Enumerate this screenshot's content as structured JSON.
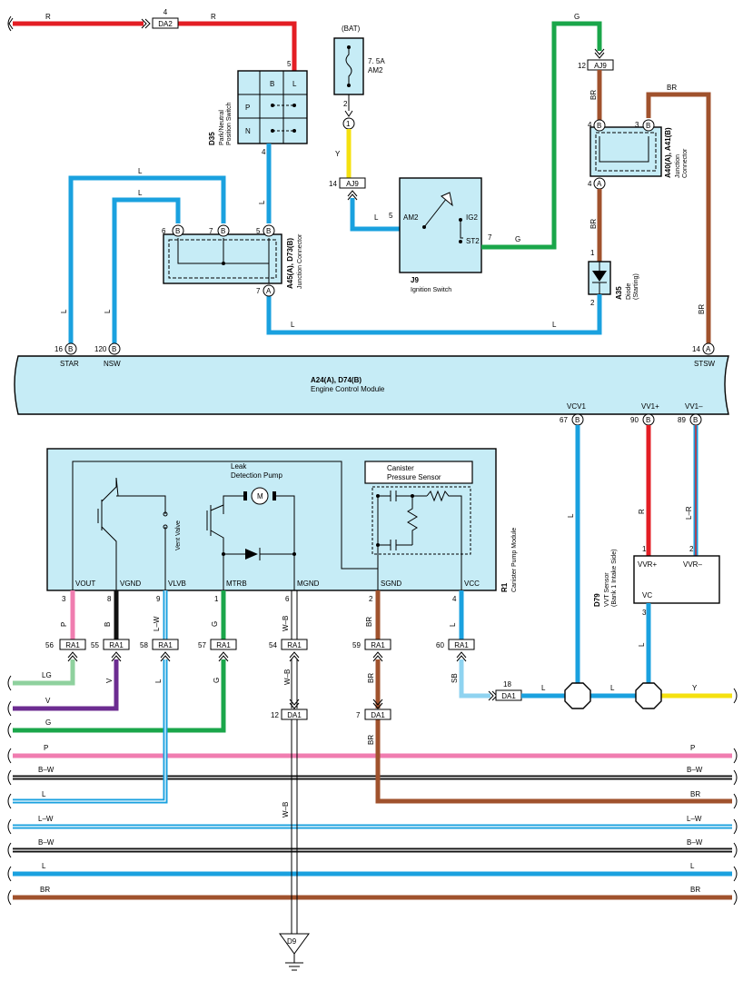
{
  "colors": {
    "R": "#e31e24",
    "L": "#1aa1df",
    "G": "#1aa64a",
    "BR": "#a0522d",
    "Y": "#f5e10f",
    "P": "#f07db0",
    "BW": "#111111",
    "LG": "#8fd19e",
    "V": "#6c2c91",
    "SB": "#8fd3f0",
    "fill": "#c6ecf6"
  },
  "wires": {
    "R": "R",
    "G": "G",
    "BR": "BR",
    "L": "L",
    "Y": "Y",
    "P": "P",
    "BW": "B–W",
    "LW": "L–W",
    "LR": "L–R",
    "LG": "LG",
    "V": "V",
    "WB": "W–B",
    "SB": "SB",
    "B": "B"
  },
  "connectors": {
    "DA2": "DA2",
    "AJ9": "AJ9",
    "DA1": "DA1",
    "RA1": "RA1",
    "D9": "D9",
    "pin_B": "B",
    "pin_A": "A",
    "pin_1": "1"
  },
  "fuse": {
    "source": "(BAT)",
    "rating": "7. 5A",
    "name": "AM2"
  },
  "d35": {
    "id": "D35",
    "name1": "Park/Neutral",
    "name2": "Position Switch",
    "B": "B",
    "L": "L",
    "P": "P",
    "N": "N"
  },
  "j9": {
    "id": "J9",
    "name": "Ignition Switch",
    "AM2": "AM2",
    "IG2": "IG2",
    "ST2": "ST2"
  },
  "a40": {
    "id": "A40(A), A41(B)",
    "name1": "Junction",
    "name2": "Connector"
  },
  "a45": {
    "id": "A45(A), D73(B)",
    "name": "Junction Connector"
  },
  "a35": {
    "id": "A35",
    "name1": "Diode",
    "name2": "(Starting)"
  },
  "ecm": {
    "id": "A24(A), D74(B)",
    "name": "Engine Control Module",
    "STAR": "STAR",
    "NSW": "NSW",
    "STSW": "STSW",
    "VCV1": "VCV1",
    "VV1P": "VV1+",
    "VV1M": "VV1–"
  },
  "r1": {
    "id": "R1",
    "name": "Canister Pump Module",
    "pump1": "Leak",
    "pump2": "Detection Pump",
    "sensor1": "Canister",
    "sensor2": "Pressure Sensor",
    "valve": "Vent Valve",
    "motor": "M",
    "VOUT": "VOUT",
    "VGND": "VGND",
    "VLVB": "VLVB",
    "MTRB": "MTRB",
    "MGND": "MGND",
    "SGND": "SGND",
    "VCC": "VCC"
  },
  "d79": {
    "id": "D79",
    "name1": "VVT Sensor",
    "name2": "(Bank 1 Intake Side)",
    "VVRP": "VVR+",
    "VVRM": "VVR–",
    "VC": "VC"
  },
  "pins": {
    "p4": "4",
    "p5": "5",
    "p12": "12",
    "p2": "2",
    "p1": "1",
    "p14": "14",
    "p3": "3",
    "p6": "6",
    "p7": "7",
    "p16": "16",
    "p120": "120",
    "p67": "67",
    "p90": "90",
    "p89": "89",
    "p8": "8",
    "p9": "9",
    "p56": "56",
    "p55": "55",
    "p58": "58",
    "p57": "57",
    "p54": "54",
    "p59": "59",
    "p60": "60",
    "p18": "18"
  }
}
